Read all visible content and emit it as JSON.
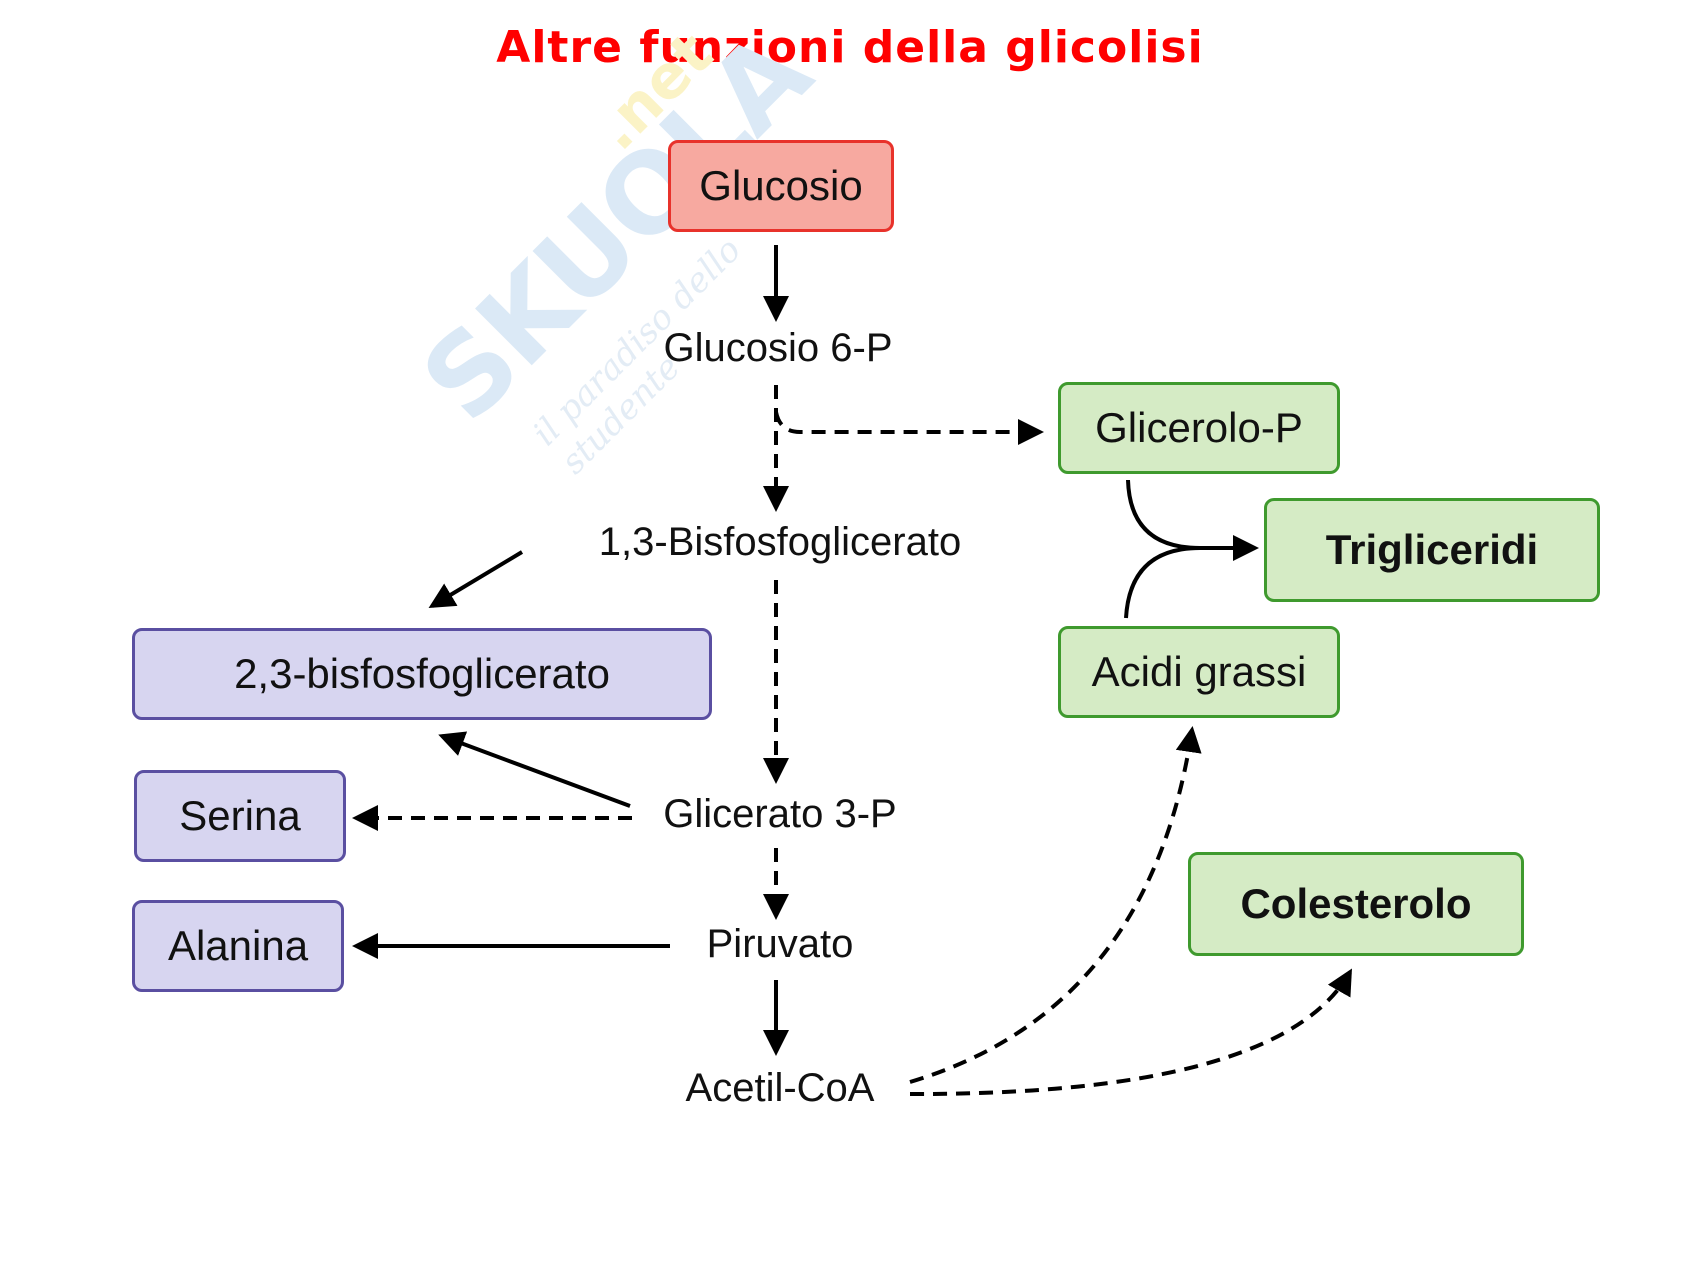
{
  "title": "Altre funzioni della glicolisi",
  "watermark": {
    "brand": "SKUOLA",
    "suffix": ".net",
    "tagline": "il paradiso dello studente"
  },
  "main_pathway": [
    {
      "id": "glucosio",
      "label": "Glucosio",
      "style": "box",
      "color": "red"
    },
    {
      "id": "glucosio6p",
      "label": "Glucosio 6-P",
      "style": "text"
    },
    {
      "id": "bisfosfoglicerato13",
      "label": "1,3-Bisfosfoglicerato",
      "style": "text"
    },
    {
      "id": "glicerato3p",
      "label": "Glicerato 3-P",
      "style": "text"
    },
    {
      "id": "piruvato",
      "label": "Piruvato",
      "style": "text"
    },
    {
      "id": "acetilcoa",
      "label": "Acetil-CoA",
      "style": "text"
    }
  ],
  "side_products": {
    "purple": [
      {
        "id": "bpg23",
        "label": "2,3-bisfosfoglicerato"
      },
      {
        "id": "serina",
        "label": "Serina"
      },
      {
        "id": "alanina",
        "label": "Alanina"
      }
    ],
    "green": [
      {
        "id": "glicerolop",
        "label": "Glicerolo-P"
      },
      {
        "id": "trigliceridi",
        "label": "Trigliceridi"
      },
      {
        "id": "acidigrassi",
        "label": "Acidi grassi"
      },
      {
        "id": "colesterolo",
        "label": "Colesterolo"
      }
    ]
  },
  "edges": [
    {
      "from": "glucosio",
      "to": "glucosio6p",
      "style": "solid"
    },
    {
      "from": "glucosio6p",
      "to": "bisfosfoglicerato13",
      "style": "dashed"
    },
    {
      "from": "glucosio6p",
      "to": "glicerolop",
      "style": "dashed"
    },
    {
      "from": "bisfosfoglicerato13",
      "to": "bpg23",
      "style": "solid"
    },
    {
      "from": "bisfosfoglicerato13",
      "to": "glicerato3p",
      "style": "dashed"
    },
    {
      "from": "glicerato3p",
      "to": "bpg23",
      "style": "solid"
    },
    {
      "from": "glicerato3p",
      "to": "serina",
      "style": "dashed"
    },
    {
      "from": "glicerato3p",
      "to": "piruvato",
      "style": "dashed"
    },
    {
      "from": "piruvato",
      "to": "alanina",
      "style": "solid"
    },
    {
      "from": "piruvato",
      "to": "acetilcoa",
      "style": "solid"
    },
    {
      "from": "glicerolop",
      "to": "trigliceridi",
      "style": "solid"
    },
    {
      "from": "acidigrassi",
      "to": "trigliceridi",
      "style": "solid"
    },
    {
      "from": "acetilcoa",
      "to": "acidigrassi",
      "style": "dashed"
    },
    {
      "from": "acetilcoa",
      "to": "colesterolo",
      "style": "dashed"
    }
  ],
  "colors": {
    "title": "#ff0000",
    "red_fill": "#f7a9a0",
    "red_border": "#e8322b",
    "green_fill": "#d5ebc5",
    "green_border": "#3f9a2e",
    "purple_fill": "#d7d5f0",
    "purple_border": "#5a4fa1"
  }
}
